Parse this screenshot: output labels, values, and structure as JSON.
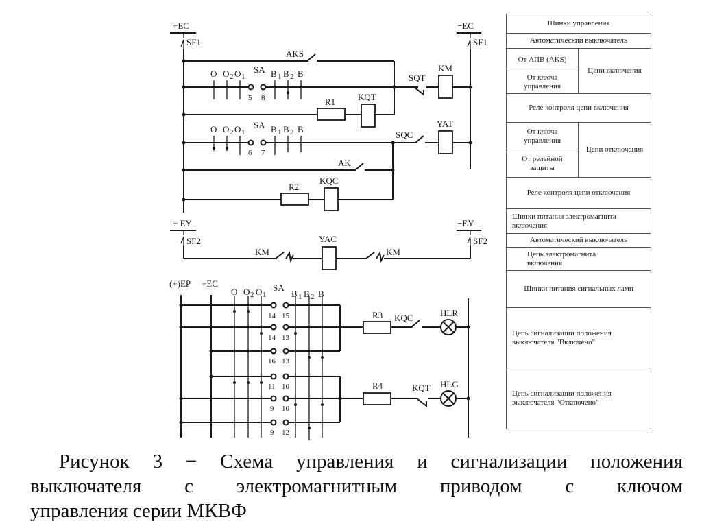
{
  "schematic": {
    "control_circuit": {
      "bus_plus": "+EC",
      "bus_minus": "−EC",
      "breaker_left": "SF1",
      "breaker_right": "SF1",
      "aks_contact": "AKS",
      "sa_label_1": "SA",
      "sa_positions": [
        "O",
        "O",
        "O",
        "B",
        "B",
        "B"
      ],
      "sa_position_subscripts": [
        "",
        "2",
        "1",
        "1",
        "2",
        ""
      ],
      "sa1_contacts": [
        "5",
        "8"
      ],
      "sa2_contacts": [
        "6",
        "7"
      ],
      "r1": "R1",
      "kqt": "KQT",
      "sqt": "SQT",
      "km": "KM",
      "sqc": "SQC",
      "yat": "YAT",
      "ak_contact": "AK",
      "r2": "R2",
      "kqc": "KQC"
    },
    "magnet_circuit": {
      "bus_plus": "+ EY",
      "bus_minus": "−EY",
      "breaker_left": "SF2",
      "breaker_right": "SF2",
      "km_left": "KM",
      "km_right": "KM",
      "yac": "YAC"
    },
    "signal_circuit": {
      "bus_ep": "(+)EP",
      "bus_ec": "+EC",
      "sa_label": "SA",
      "contact_pairs": [
        [
          "14",
          "15"
        ],
        [
          "14",
          "13"
        ],
        [
          "16",
          "13"
        ],
        [
          "11",
          "10"
        ],
        [
          "9",
          "10"
        ],
        [
          "9",
          "12"
        ]
      ],
      "r3": "R3",
      "kqc": "KQC",
      "hlr": "HLR",
      "r4": "R4",
      "kqt": "KQT",
      "hlg": "HLG"
    }
  },
  "legend": {
    "rows": [
      "Шинки управления",
      "Автоматический выключатель",
      {
        "left": [
          "От АПВ (AKS)",
          "От ключа управления"
        ],
        "right": "Цепи включения"
      },
      "Реле контроля цепи включения",
      {
        "left": [
          "От ключа управления",
          "От релейной защиты"
        ],
        "right": "Цепи отключения"
      },
      "Реле контроля цепи отключения",
      "Шинки питания электромагнита включения",
      "Автоматический выключатель",
      "Цепь электромагнита включения",
      "Шинки питания сигнальных ламп",
      "Цепь сигнализации положения выключателя \"Включено\"",
      "Цепь сигнализации положения выключателя \"Отключено\""
    ]
  },
  "caption": {
    "line1": "Рисунок 3 − Схема управления и сигнализации положения",
    "line2": "выключателя с электромагнитным приводом с ключом",
    "line3": "управления серии МКВФ"
  }
}
